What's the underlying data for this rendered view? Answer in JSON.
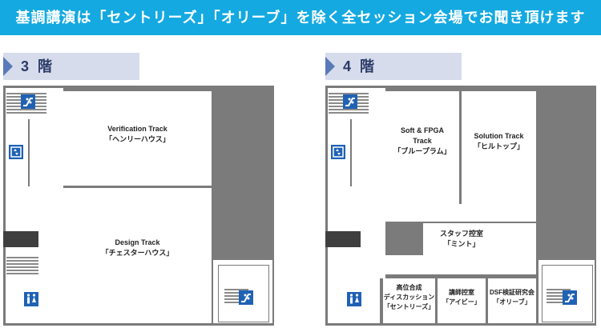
{
  "banner": {
    "text": "基調講演は「セントリーズ」「オリーブ」を除く全セッション会場でお聞き頂けます"
  },
  "floors": {
    "f3": {
      "label": "3 階",
      "rooms": {
        "verification": {
          "name": "Verification Track",
          "jp": "「ヘンリーハウス」"
        },
        "design": {
          "name": "Design Track",
          "jp": "「チェスターハウス」"
        }
      },
      "icons": [
        "escalator-icon",
        "elevator-icon",
        "restroom-icon",
        "escalator-icon"
      ]
    },
    "f4": {
      "label": "4 階",
      "rooms": {
        "soft_fpga": {
          "line1": "Soft & FPGA",
          "line2": "Track",
          "jp": "「ブループラム」"
        },
        "solution": {
          "name": "Solution Track",
          "jp": "「ヒルトップ」"
        },
        "staff": {
          "name": "スタッフ控室",
          "jp": "「ミント」"
        },
        "synthesis": {
          "line1": "高位合成",
          "line2": "ディスカッション",
          "jp": "「セントリーズ」"
        },
        "lecturer": {
          "name": "講師控室",
          "jp": "「アイビー」"
        },
        "dsf": {
          "name": "DSF検証研究会",
          "jp": "「オリーブ」"
        }
      },
      "icons": [
        "escalator-icon",
        "elevator-icon",
        "restroom-icon",
        "escalator-icon"
      ]
    }
  },
  "colors": {
    "banner": "#14a9e1",
    "floor_tab": "#d7dcec",
    "floor_arrow": "#5a79b9",
    "wall": "#7b7b7b",
    "icon": "#1f62b4"
  }
}
